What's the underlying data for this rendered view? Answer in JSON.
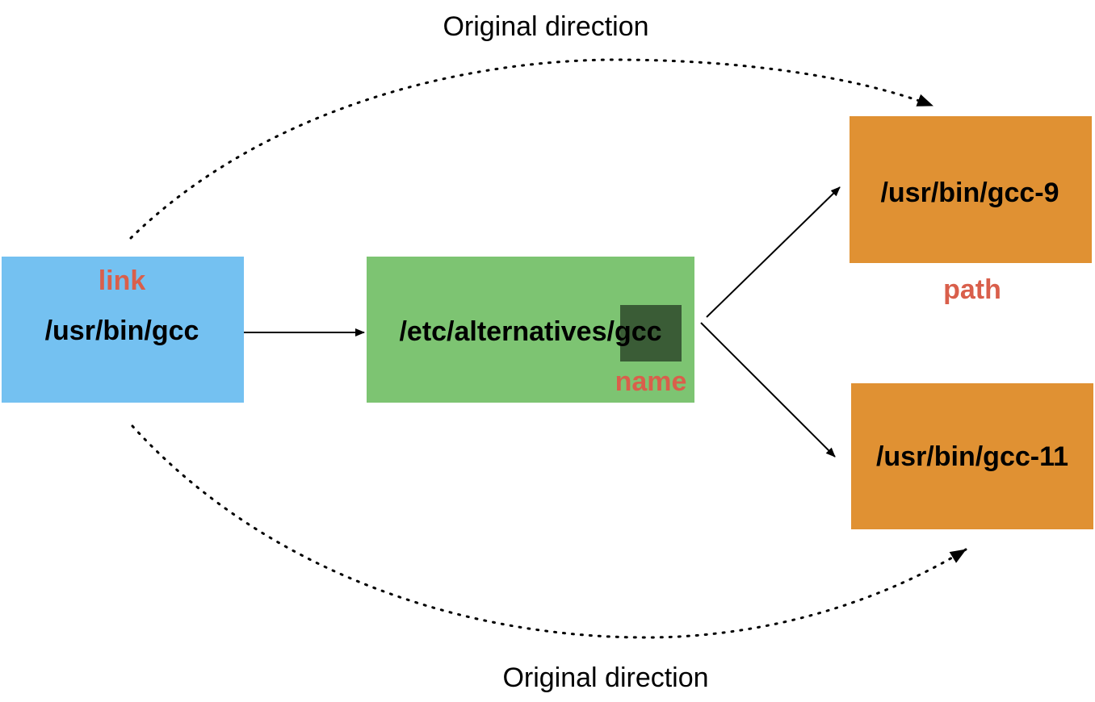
{
  "diagram": {
    "nodes": {
      "link": {
        "text": "/usr/bin/gcc",
        "role": "link",
        "color": "#74C1F1"
      },
      "alternative": {
        "text": "/etc/alternatives/gcc",
        "role": "name",
        "color": "#7DC472",
        "highlight_color": "#3A5C36"
      },
      "gcc9": {
        "text": "/usr/bin/gcc-9",
        "color": "#E09133"
      },
      "gcc11": {
        "text": "/usr/bin/gcc-11",
        "color": "#E09133"
      }
    },
    "path_label": "path",
    "role_color": "#D95F4B",
    "direction_top": "Original direction",
    "direction_bottom": "Original direction",
    "arrow_color": "#000000"
  }
}
